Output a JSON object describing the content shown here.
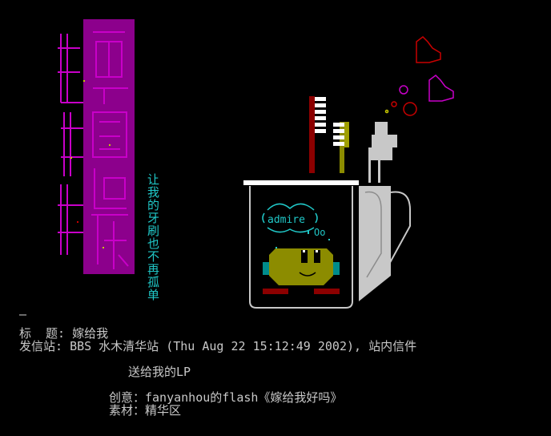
{
  "art": {
    "vertical_caption": "让我的牙刷也不再孤单",
    "bubble_word": "admire",
    "bubble_trail": "Oo",
    "colors": {
      "purple": "#8c008c",
      "magenta": "#c800c8",
      "cyan": "#20c8c8",
      "red": "#c80000",
      "olive": "#8c8c00",
      "olive_light": "#a0a000",
      "white": "#ffffff",
      "grey": "#c8c8c8",
      "teal": "#008c8c",
      "dark_red": "#8c0000"
    }
  },
  "post": {
    "separator": "—",
    "title_label": "标  题: ",
    "title_value": "嫁给我",
    "from_label": "发信站: ",
    "from_value": "BBS 水木清华站 (Thu Aug 22 15:12:49 2002), 站内信件",
    "body_line1": "送给我的LP",
    "body_line2": "创意：fanyanhou的flash《嫁给我好吗》",
    "body_line3": "素材：精华区"
  }
}
